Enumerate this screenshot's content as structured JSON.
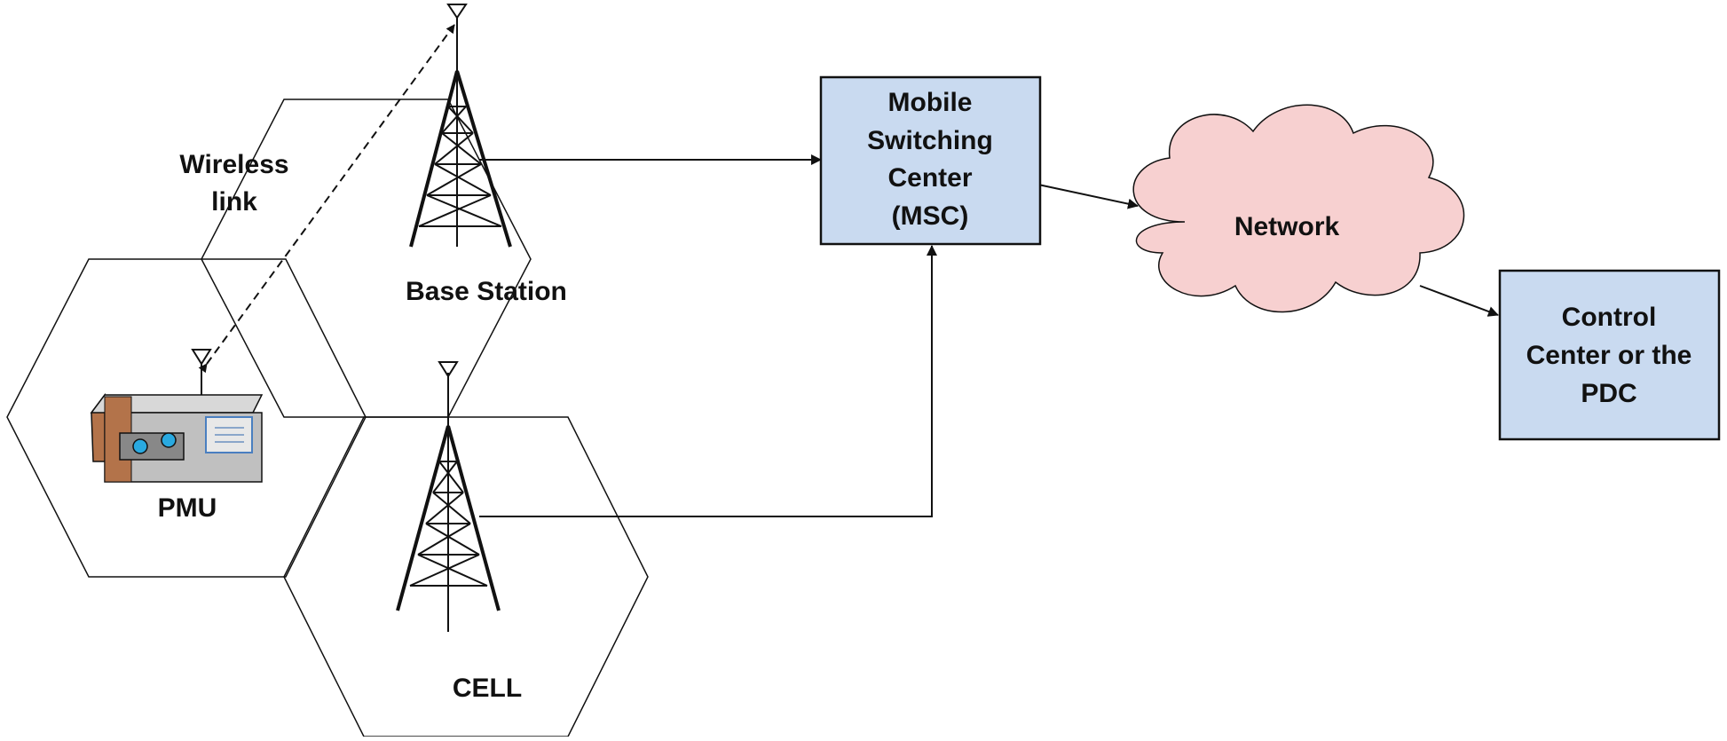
{
  "labels": {
    "wireless_link_1": "Wireless",
    "wireless_link_2": "link",
    "base_station": "Base Station",
    "pmu": "PMU",
    "cell": "CELL",
    "network": "Network"
  },
  "msc_box": {
    "lines": [
      "Mobile",
      "Switching",
      "Center",
      "(MSC)"
    ]
  },
  "control_box": {
    "lines": [
      "Control",
      "Center or the",
      "PDC"
    ]
  },
  "colors": {
    "box_fill": "#c9daf0",
    "cloud_fill": "#f7d0d0",
    "stroke": "#111111",
    "pmu_body": "#c0c0c0",
    "pmu_side": "#b3734a",
    "pmu_knob": "#29a9e0"
  },
  "icons": [
    "tower-icon",
    "antenna-icon",
    "pmu-device-icon",
    "cloud-icon",
    "arrow-icon"
  ]
}
